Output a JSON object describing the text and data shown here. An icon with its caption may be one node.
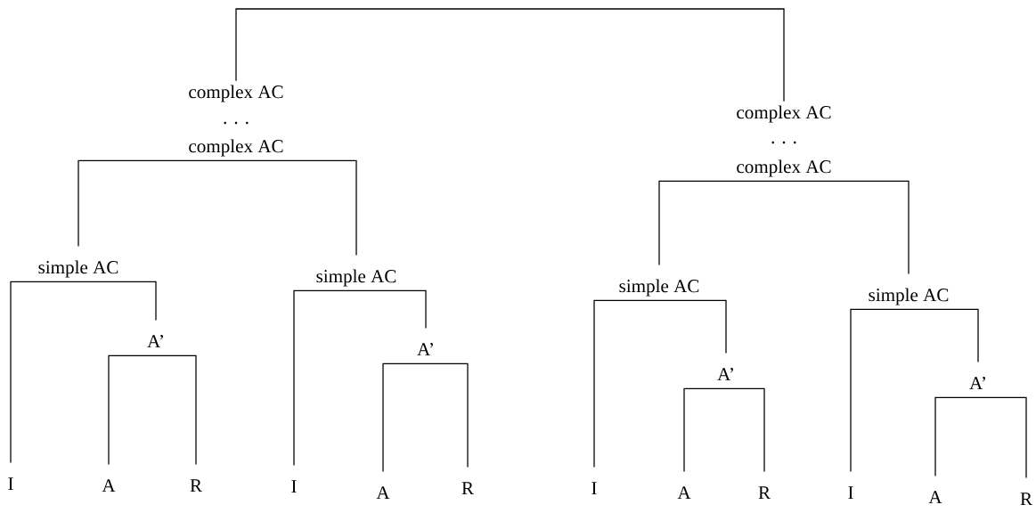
{
  "diagram": {
    "nodes": [
      {
        "text": [
          "complex AC"
        ]
      },
      {
        "text": [
          "complex AC"
        ]
      },
      {
        "text": [
          "complex AC"
        ]
      },
      {
        "text": [
          "complex AC"
        ]
      },
      {
        "text": [
          "simple AC"
        ]
      },
      {
        "text": [
          "A’"
        ]
      },
      {
        "text": [
          "I"
        ]
      },
      {
        "text": [
          "A"
        ]
      },
      {
        "text": [
          "R"
        ]
      },
      {
        "text": [
          "simple AC"
        ]
      },
      {
        "text": [
          "A’"
        ]
      },
      {
        "text": [
          "I"
        ]
      },
      {
        "text": [
          "A"
        ]
      },
      {
        "text": [
          "R"
        ]
      },
      {
        "text": [
          "simple AC"
        ]
      },
      {
        "text": [
          "A’"
        ]
      },
      {
        "text": [
          "I"
        ]
      },
      {
        "text": [
          "A"
        ]
      },
      {
        "text": [
          "R"
        ]
      },
      {
        "text": [
          "simple AC"
        ]
      },
      {
        "text": [
          "A’"
        ]
      },
      {
        "text": [
          "I"
        ]
      },
      {
        "text": [
          "A"
        ]
      },
      {
        "text": [
          "R"
        ]
      }
    ],
    "edges": [
      {
        "from": 0,
        "to": 2,
        "arrow": "none"
      },
      {
        "from": 1,
        "to": 4,
        "arrow": "none"
      },
      {
        "from": 1,
        "to": 9,
        "arrow": "none"
      },
      {
        "from": 3,
        "to": 14,
        "arrow": "none"
      },
      {
        "from": 3,
        "to": 19,
        "arrow": "none"
      },
      {
        "from": 4,
        "to": 6,
        "arrow": "none"
      },
      {
        "from": 4,
        "to": 5,
        "arrow": "none"
      },
      {
        "from": 5,
        "to": 7,
        "arrow": "none"
      },
      {
        "from": 5,
        "to": 8,
        "arrow": "none"
      },
      {
        "from": 9,
        "to": 11,
        "arrow": "none"
      },
      {
        "from": 9,
        "to": 10,
        "arrow": "none"
      },
      {
        "from": 10,
        "to": 12,
        "arrow": "none"
      },
      {
        "from": 10,
        "to": 13,
        "arrow": "none"
      },
      {
        "from": 14,
        "to": 16,
        "arrow": "none"
      },
      {
        "from": 14,
        "to": 15,
        "arrow": "none"
      },
      {
        "from": 15,
        "to": 17,
        "arrow": "none"
      },
      {
        "from": 15,
        "to": 18,
        "arrow": "none"
      },
      {
        "from": 19,
        "to": 21,
        "arrow": "none"
      },
      {
        "from": 19,
        "to": 20,
        "arrow": "none"
      },
      {
        "from": 20,
        "to": 22,
        "arrow": "none"
      },
      {
        "from": 20,
        "to": 23,
        "arrow": "none"
      }
    ],
    "labels": [
      ". . .",
      ". . ."
    ]
  }
}
